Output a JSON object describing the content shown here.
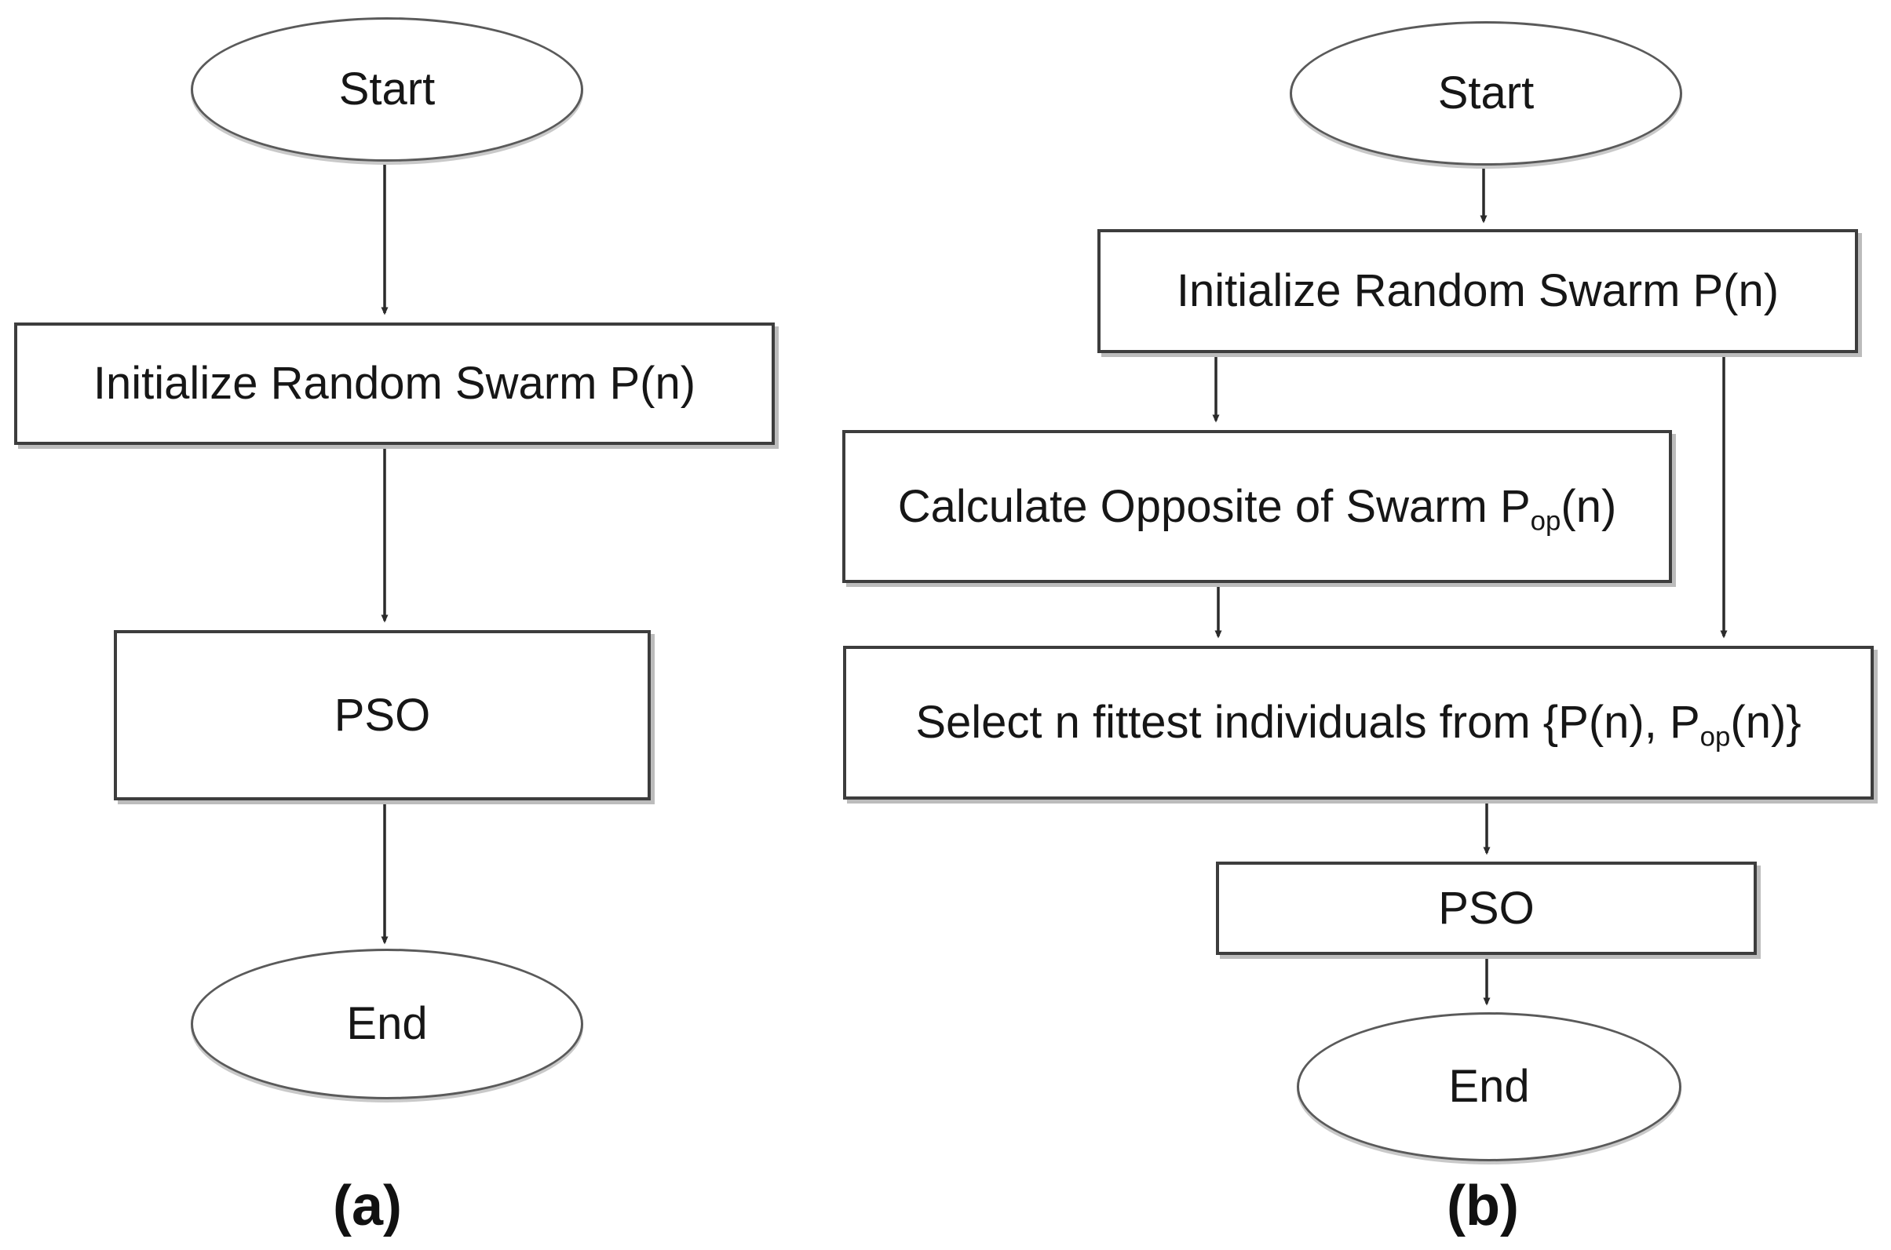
{
  "figure": {
    "colors": {
      "background": "#ffffff",
      "box_stroke": "#3d3d3d",
      "ellipse_stroke": "#5a5a5a",
      "arrow_stroke": "#2b2b2b",
      "text": "#161616",
      "shadow": "#bcbcbc"
    },
    "charts": [
      {
        "label": "(a)",
        "nodes": {
          "start": "Start",
          "init": "Initialize Random Swarm P(n)",
          "pso": "PSO",
          "end": "End"
        }
      },
      {
        "label": "(b)",
        "nodes": {
          "start": "Start",
          "init": "Initialize Random Swarm P(n)",
          "calc_prefix": "Calculate Opposite of Swarm P",
          "calc_sub": "op",
          "calc_suffix": "(n)",
          "select_prefix": "Select n fittest individuals from {P(n), P",
          "select_sub": "op",
          "select_suffix": "(n)}",
          "pso": "PSO",
          "end": "End"
        }
      }
    ]
  }
}
